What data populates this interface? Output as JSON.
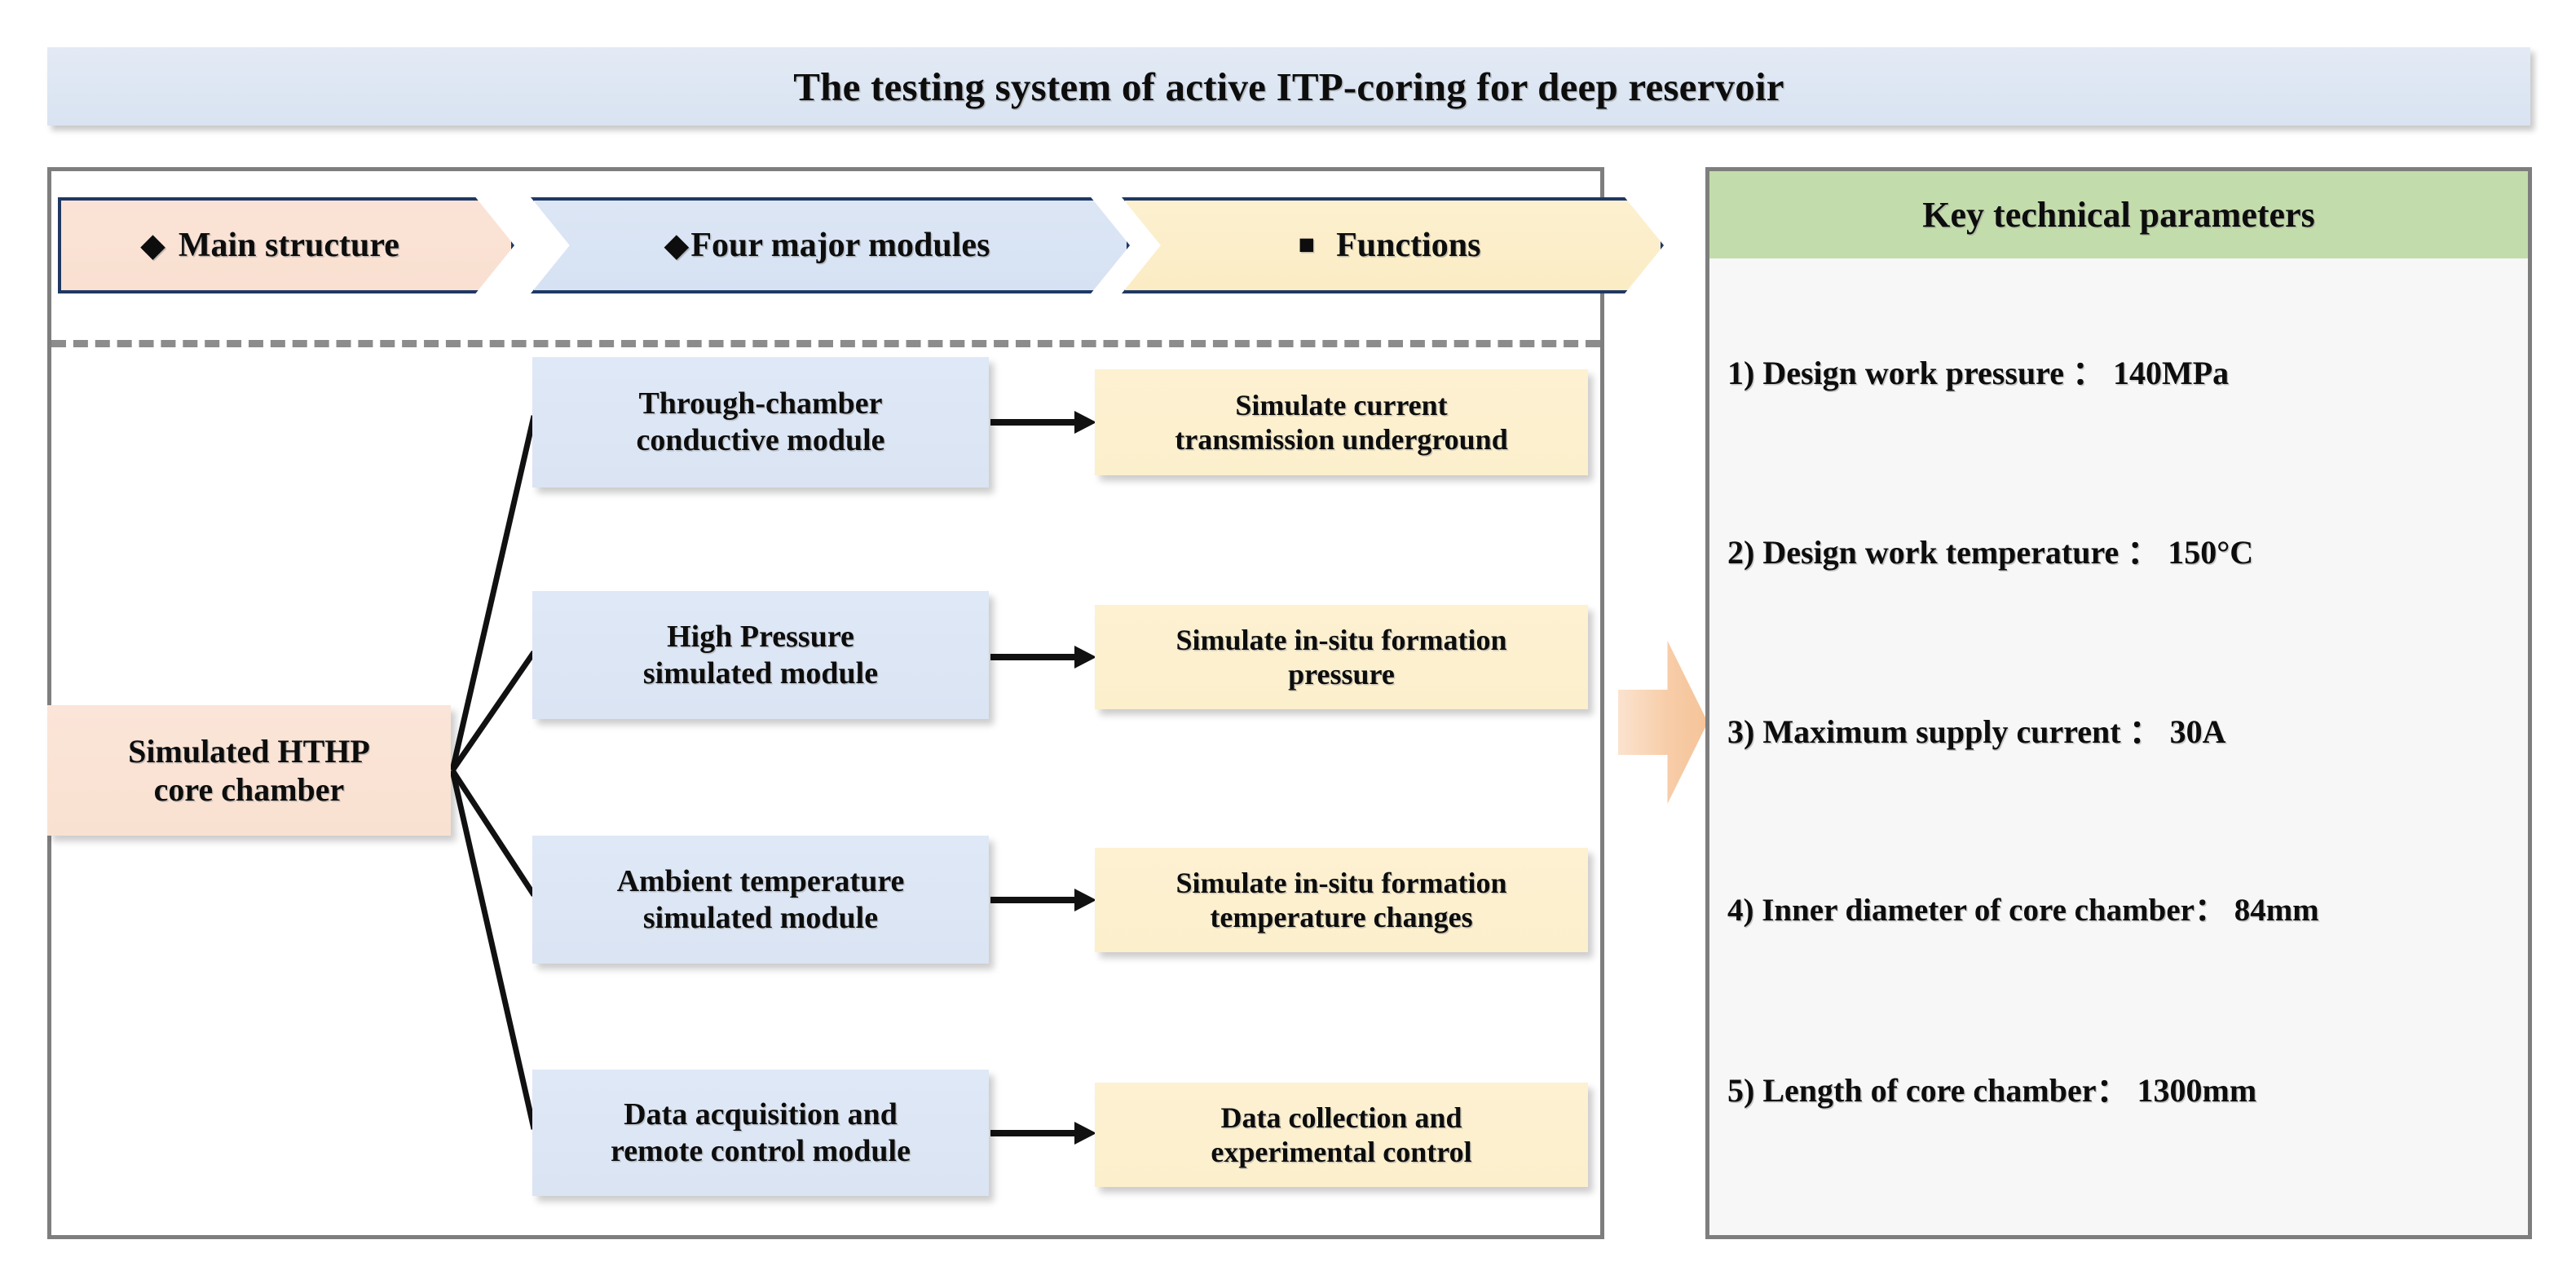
{
  "title": {
    "text": "The testing system of active ITP-coring for deep reservoir"
  },
  "left_panel": {
    "chevrons": [
      {
        "glyph": "◆",
        "glyph_name": "diamond-bullet",
        "label": "Main structure",
        "color": "#fae3d6"
      },
      {
        "glyph": "◆",
        "glyph_name": "diamond-bullet",
        "label": "Four major modules",
        "color": "#dce6f5"
      },
      {
        "glyph": "■",
        "glyph_name": "square-bullet",
        "label": "Functions",
        "color": "#fcf0cf"
      }
    ],
    "root": {
      "line1": "Simulated HTHP",
      "line2": "core chamber",
      "color": "#fbe5d8"
    },
    "modules": [
      {
        "line1": "Through-chamber",
        "line2": "conductive module"
      },
      {
        "line1": "High Pressure",
        "line2": "simulated module"
      },
      {
        "line1": "Ambient temperature",
        "line2": "simulated module"
      },
      {
        "line1": "Data acquisition and",
        "line2": "remote control module"
      }
    ],
    "functions": [
      {
        "line1": "Simulate current",
        "line2": "transmission underground"
      },
      {
        "line1": "Simulate in-situ formation",
        "line2": "pressure"
      },
      {
        "line1": "Simulate in-situ formation",
        "line2": "temperature changes"
      },
      {
        "line1": "Data collection and",
        "line2": "experimental control"
      }
    ],
    "module_color": "#dfe8f6",
    "function_color": "#fdf1d2"
  },
  "transition_arrow": {
    "name": "right-block-arrow",
    "color": "#f7cda8"
  },
  "right_panel": {
    "header": "Key technical parameters",
    "header_color": "#c3dcab",
    "parameters": [
      "1) Design work pressure ：  140MPa",
      "2) Design work temperature ：  150°C",
      "3) Maximum supply current ：  30A",
      "4) Inner diameter of core chamber：  84mm",
      "5) Length of core chamber：  1300mm"
    ]
  }
}
